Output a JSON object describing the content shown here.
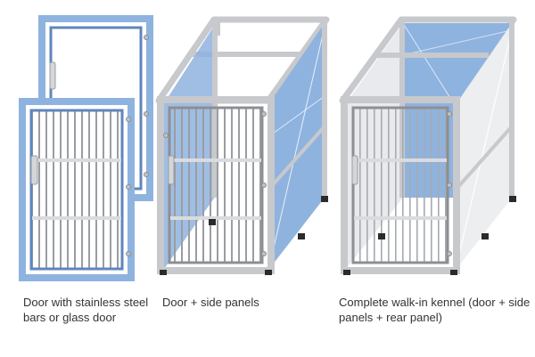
{
  "captions": {
    "door_options": "Door with stainless steel bars or glass door",
    "door_side_panels": "Door + side panels",
    "walk_in_kennel": "Complete walk-in kennel (door +  side panels + rear panel)"
  },
  "colors": {
    "background": "#ffffff",
    "frame": "#c7c9cc",
    "frame_edge": "#a9acb0",
    "glass_blue": "#8fb3df",
    "glass_frosted": "#eceef0",
    "door_frame_blue": "#7ea6db",
    "door_frame_dark": "#8c8f93",
    "bars": "#9a9da1",
    "foot": "#2b2b2b",
    "caption_text": "#333333"
  },
  "icons": [
    "glass-door-icon",
    "bar-door-icon",
    "door-side-panels-kennel-icon",
    "walk-in-kennel-icon"
  ]
}
